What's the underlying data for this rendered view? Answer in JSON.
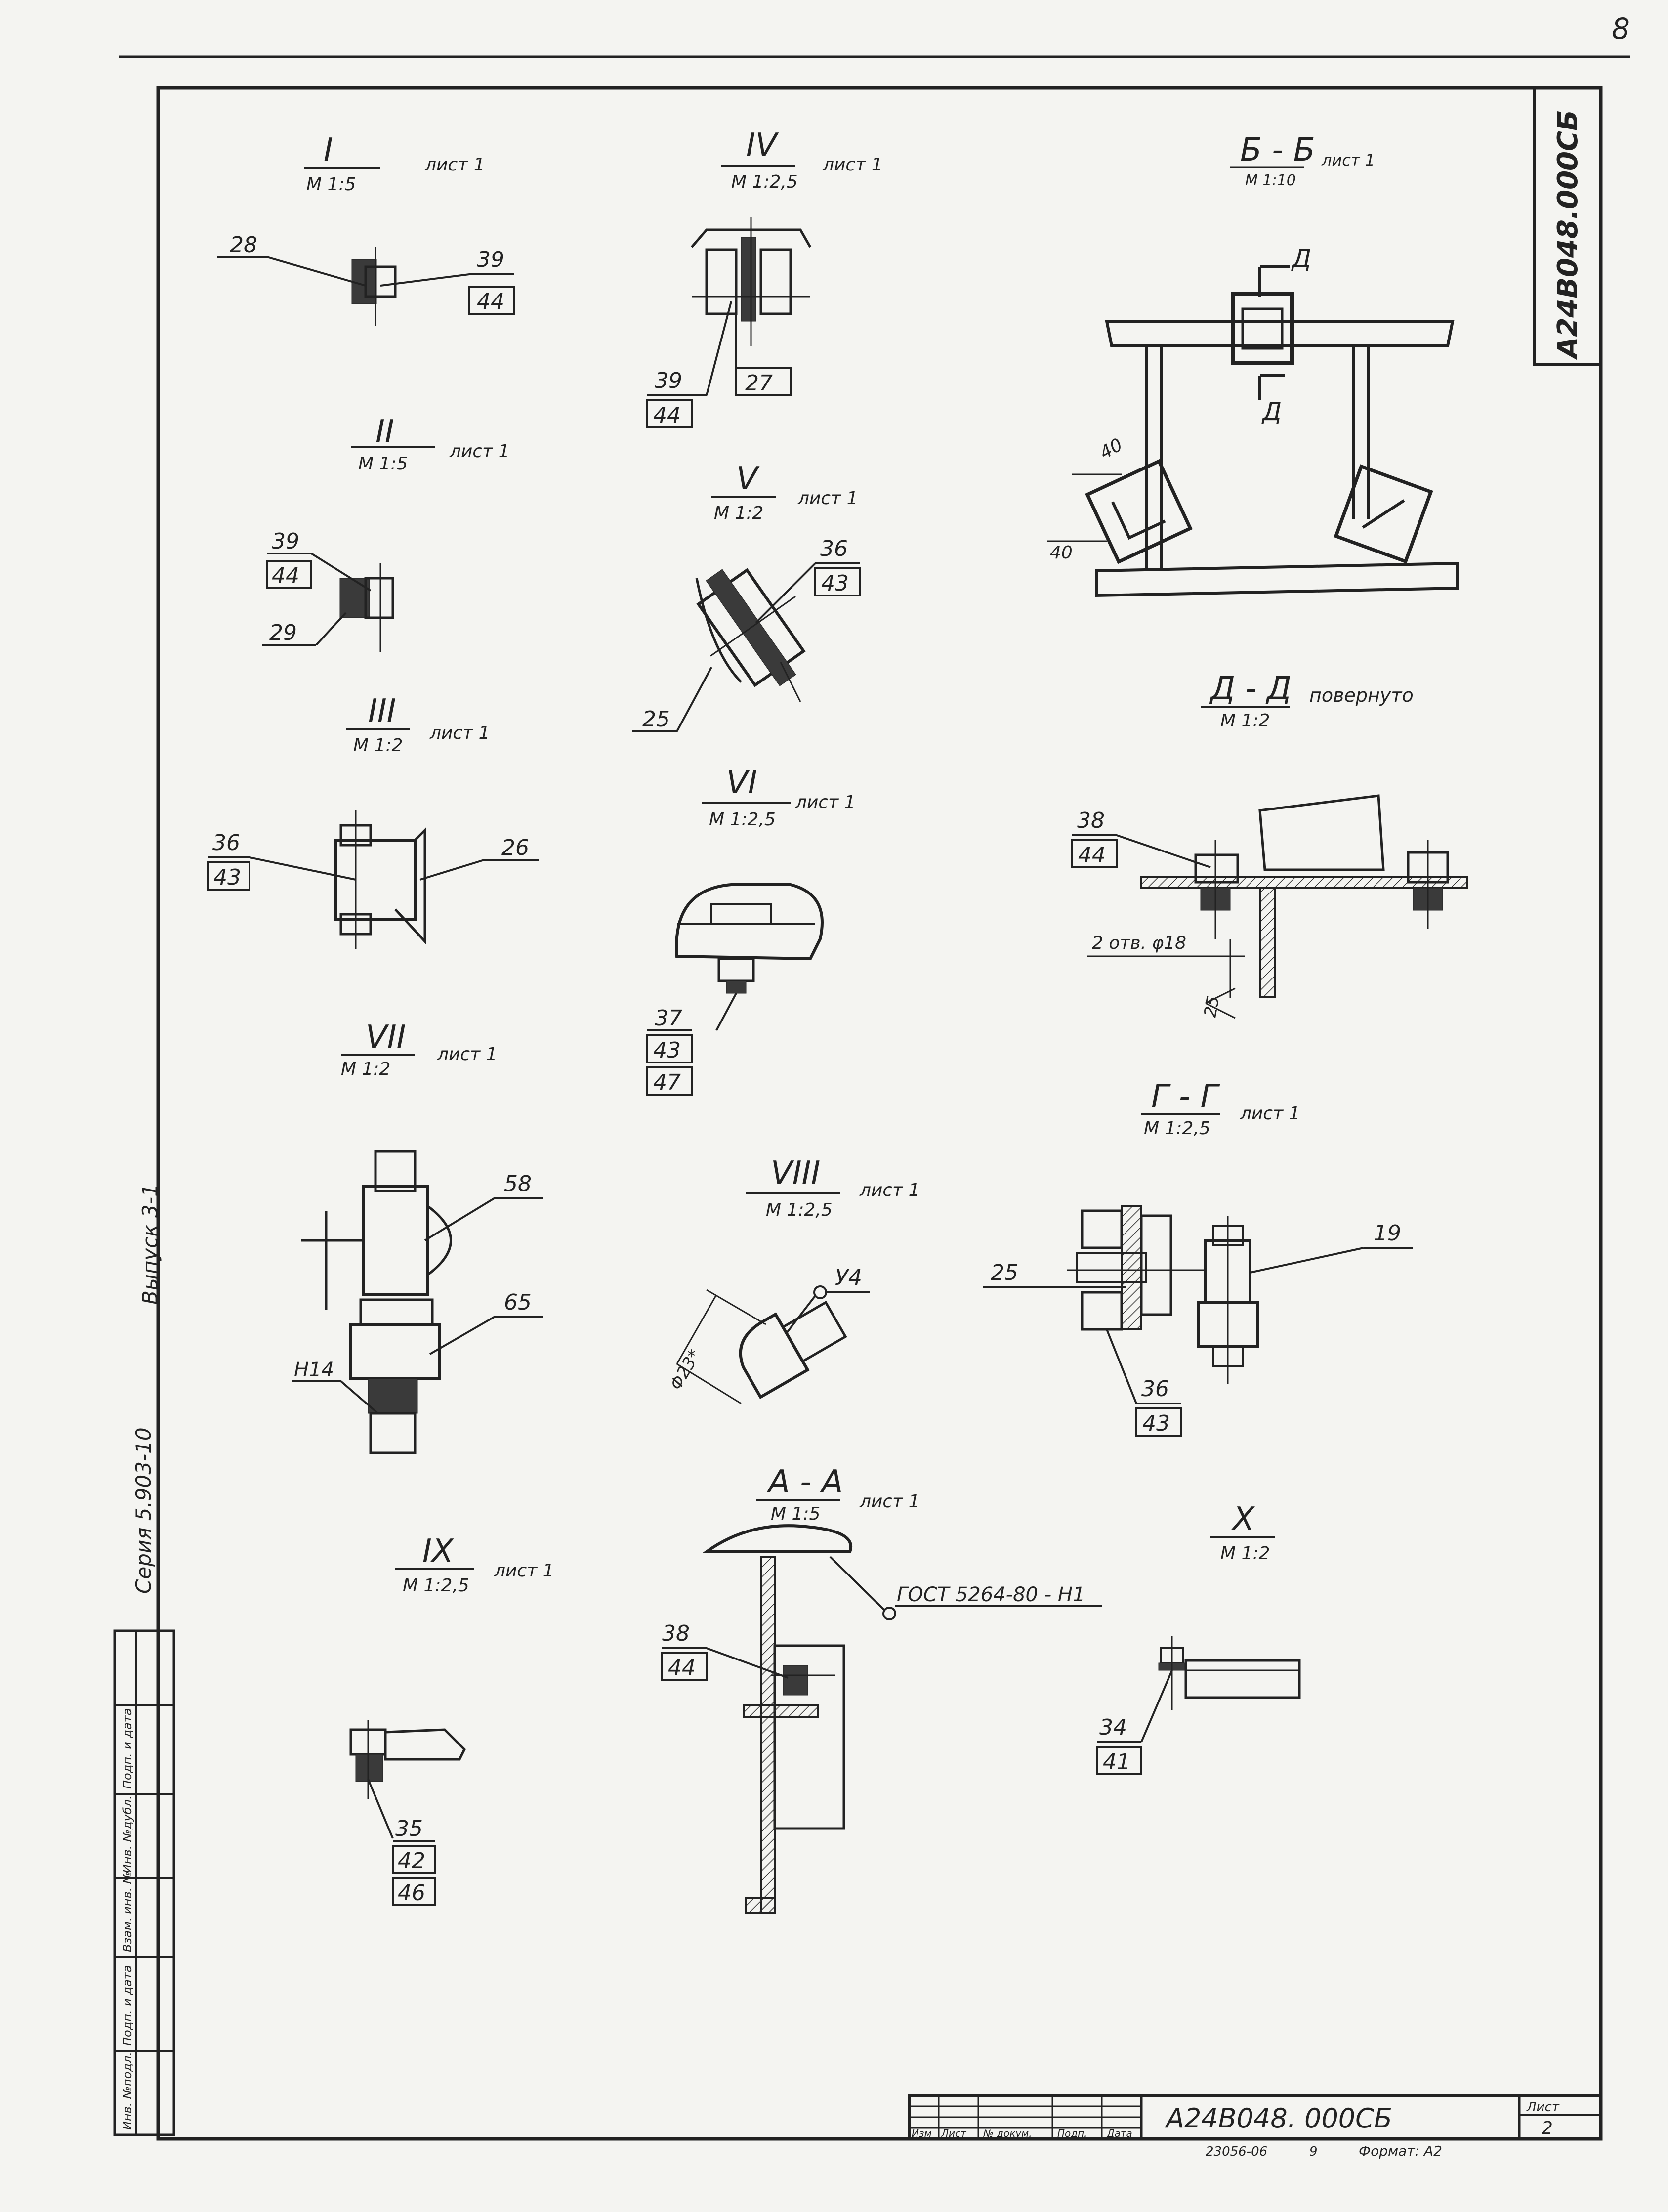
{
  "page_number": "8",
  "doc_code_vertical": "А24В048.000СБ",
  "side_series": "Серия 5.903-10",
  "side_issue": "Выпуск 3-1",
  "left_stamp_cells": [
    "Инв. №подл.",
    "Подп. и дата",
    "Взам. инв. №",
    "Инв. №дубл.",
    "Подп. и дата"
  ],
  "views": {
    "v1": {
      "title": "I",
      "scale": "М 1:5",
      "sheet": "лист 1",
      "p28": "28",
      "p39": "39",
      "p44": "44"
    },
    "v2": {
      "title": "II",
      "scale": "М 1:5",
      "sheet": "лист 1",
      "p39": "39",
      "p44": "44",
      "p29": "29"
    },
    "v3": {
      "title": "III",
      "scale": "М 1:2",
      "sheet": "лист 1",
      "p36": "36",
      "p43": "43",
      "p26": "26"
    },
    "v4": {
      "title": "IV",
      "scale": "М 1:2,5",
      "sheet": "лист 1",
      "p39": "39",
      "p44": "44",
      "p27": "27"
    },
    "v5": {
      "title": "V",
      "scale": "М 1:2",
      "sheet": "лист 1",
      "p36": "36",
      "p43": "43",
      "p25": "25"
    },
    "v6": {
      "title": "VI",
      "scale": "М 1:2,5",
      "sheet": "лист 1",
      "p37": "37",
      "p43": "43",
      "p47": "47"
    },
    "v7": {
      "title": "VII",
      "scale": "М 1:2",
      "sheet": "лист 1",
      "p58": "58",
      "p65": "65",
      "pH14": "Н14"
    },
    "v8": {
      "title": "VIII",
      "scale": "М 1:2,5",
      "sheet": "лист 1",
      "p44": "У4",
      "dim": "Φ23*"
    },
    "v9": {
      "title": "IX",
      "scale": "М 1:2,5",
      "sheet": "лист 1",
      "p35": "35",
      "p42": "42",
      "p46": "46"
    },
    "vBB": {
      "title": "Б - Б",
      "scale": "М 1:10",
      "sheet": "лист 1",
      "cut": "Д",
      "d1": "40",
      "d2": "40"
    },
    "vDD": {
      "title": "Д - Д",
      "note": "повернуто",
      "scale": "М 1:2",
      "p38": "38",
      "p44": "44",
      "holes": "2 отв. φ18",
      "dim25": "25"
    },
    "vGG": {
      "title": "Г - Г",
      "scale": "М 1:2,5",
      "sheet": "лист 1",
      "p25": "25",
      "p19": "19",
      "p36": "36",
      "p43": "43"
    },
    "vAA": {
      "title": "А - А",
      "scale": "М 1:5",
      "sheet": "лист 1",
      "weld": "ГОСТ 5264-80 - Н1",
      "p38": "38",
      "p44": "44"
    },
    "vX": {
      "title": "X",
      "scale": "М 1:2",
      "p34": "34",
      "p41": "41"
    }
  },
  "title_block": {
    "code": "А24В048. 000СБ",
    "cols": [
      "Изм",
      "Лист",
      "№ докум.",
      "Подп.",
      "Дата"
    ],
    "sheet_label": "Лист",
    "sheet_no": "2",
    "bottom_num": "23056-06",
    "bottom_9": "9",
    "format": "Формат: А2"
  }
}
